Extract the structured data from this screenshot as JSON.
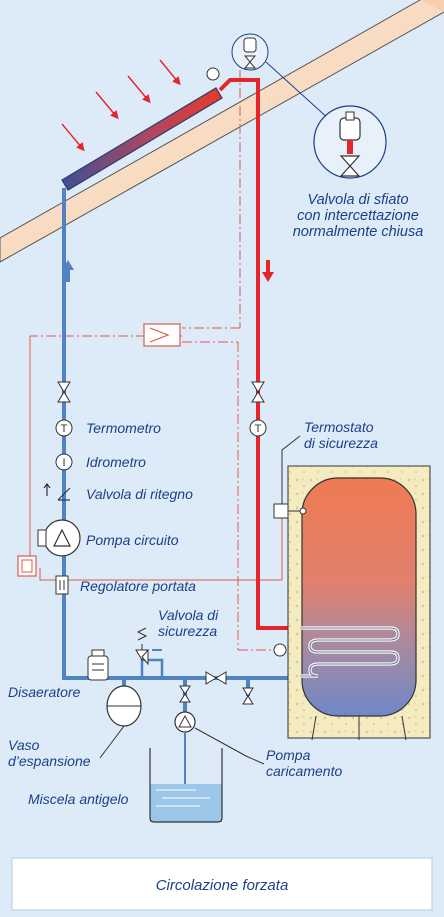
{
  "labels": {
    "valvola_sfiato": [
      "Valvola di sfiato",
      "con intercettazione",
      "normalmente chiusa"
    ],
    "termostato": [
      "Termostato",
      "di sicurezza"
    ],
    "termometro": "Termometro",
    "idrometro": "Idrometro",
    "valvola_ritegno": "Valvola di ritegno",
    "pompa_circuito": "Pompa circuito",
    "regolatore_portata": "Regolatore portata",
    "valvola_sicurezza": [
      "Valvola di",
      "sicurezza"
    ],
    "disaeratore": "Disaeratore",
    "vaso_espansione": [
      "Vaso",
      "d’espansione"
    ],
    "pompa_caricamento": [
      "Pompa",
      "caricamento"
    ],
    "miscela_antigelo": "Miscela antigelo"
  },
  "symbols": {
    "termometro_letter": "T",
    "idrometro_letter": "I"
  },
  "caption": "Circolazione forzata",
  "colors": {
    "background": "#dcebf7",
    "roof": "#f8dcc4",
    "hot_pipe": "#e3262b",
    "cold_pipe": "#4f83c2",
    "control_line": "#e05a4a",
    "text": "#1c3f8a"
  }
}
